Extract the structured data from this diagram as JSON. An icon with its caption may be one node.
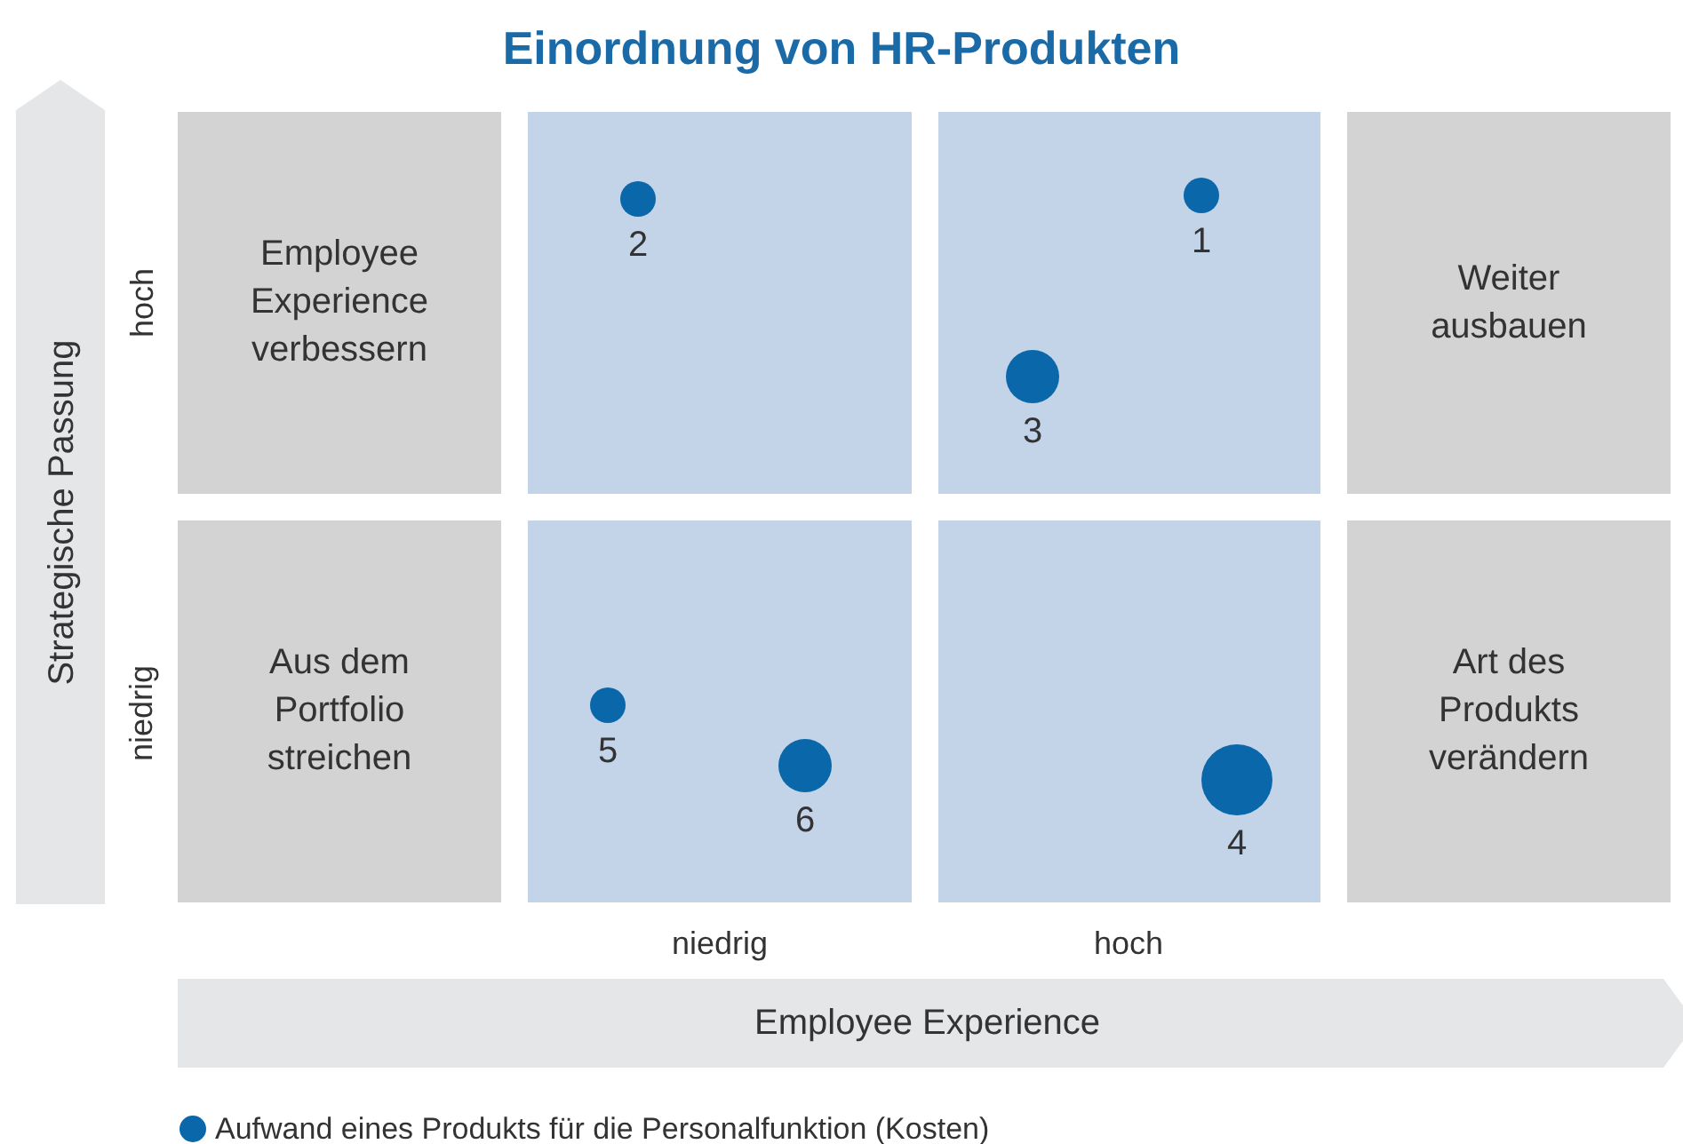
{
  "diagram": {
    "title": "Einordnung von HR-Produkten",
    "nodes": [
      {
        "text": [
          "Employee Experience verbessern"
        ]
      },
      {
        "text": [],
        "shape": "box"
      },
      {
        "text": [],
        "shape": "circle",
        "beside": [
          "2"
        ],
        "in": 1
      },
      {
        "text": [],
        "shape": "box"
      },
      {
        "text": [],
        "shape": "circle",
        "beside": [
          "1"
        ],
        "in": 3
      },
      {
        "text": [],
        "shape": "circle",
        "beside": [
          "3"
        ],
        "in": 3
      },
      {
        "text": [
          "Weiter ausbauen"
        ]
      },
      {
        "text": [
          "Aus dem Portfolio streichen"
        ]
      },
      {
        "text": [],
        "shape": "box"
      },
      {
        "text": [],
        "shape": "circle",
        "beside": [
          "5"
        ],
        "in": 8
      },
      {
        "text": [],
        "shape": "circle",
        "beside": [
          "6"
        ],
        "in": 8
      },
      {
        "text": [],
        "shape": "box"
      },
      {
        "text": [],
        "shape": "circle",
        "beside": [
          "4"
        ],
        "in": 11
      },
      {
        "text": [
          "Art des Produkts verändern"
        ]
      }
    ],
    "edges": [],
    "labels": [
      "Strategische Passung",
      "hoch",
      "niedrig",
      "niedrig",
      "hoch",
      "Employee Experience"
    ],
    "legend": [
      {
        "text": "Aufwand eines Produkts für die Personalfunktion (Kosten)",
        "color": "#0a67a9"
      }
    ]
  }
}
